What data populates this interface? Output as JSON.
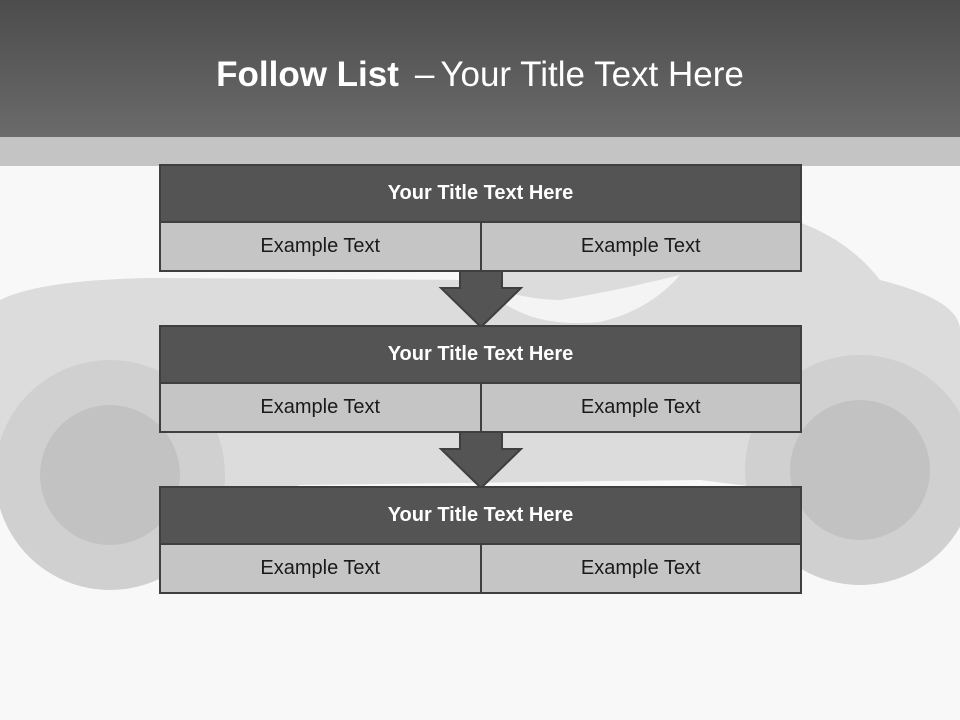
{
  "slide": {
    "title_bold": "Follow List",
    "title_dash": "–",
    "title_rest": "Your Title Text Here"
  },
  "steps": [
    {
      "title": "Your Title Text Here",
      "cells": [
        "Example Text",
        "Example Text"
      ]
    },
    {
      "title": "Your Title Text Here",
      "cells": [
        "Example Text",
        "Example Text"
      ]
    },
    {
      "title": "Your Title Text Here",
      "cells": [
        "Example Text",
        "Example Text"
      ]
    }
  ],
  "colors": {
    "header": "#5c5d5c",
    "strip": "#c4c4c4",
    "box_title": "#535453",
    "box_cell": "#c5c5c5",
    "arrow": "#535453"
  },
  "background_image": "grey-toy-car-photo"
}
